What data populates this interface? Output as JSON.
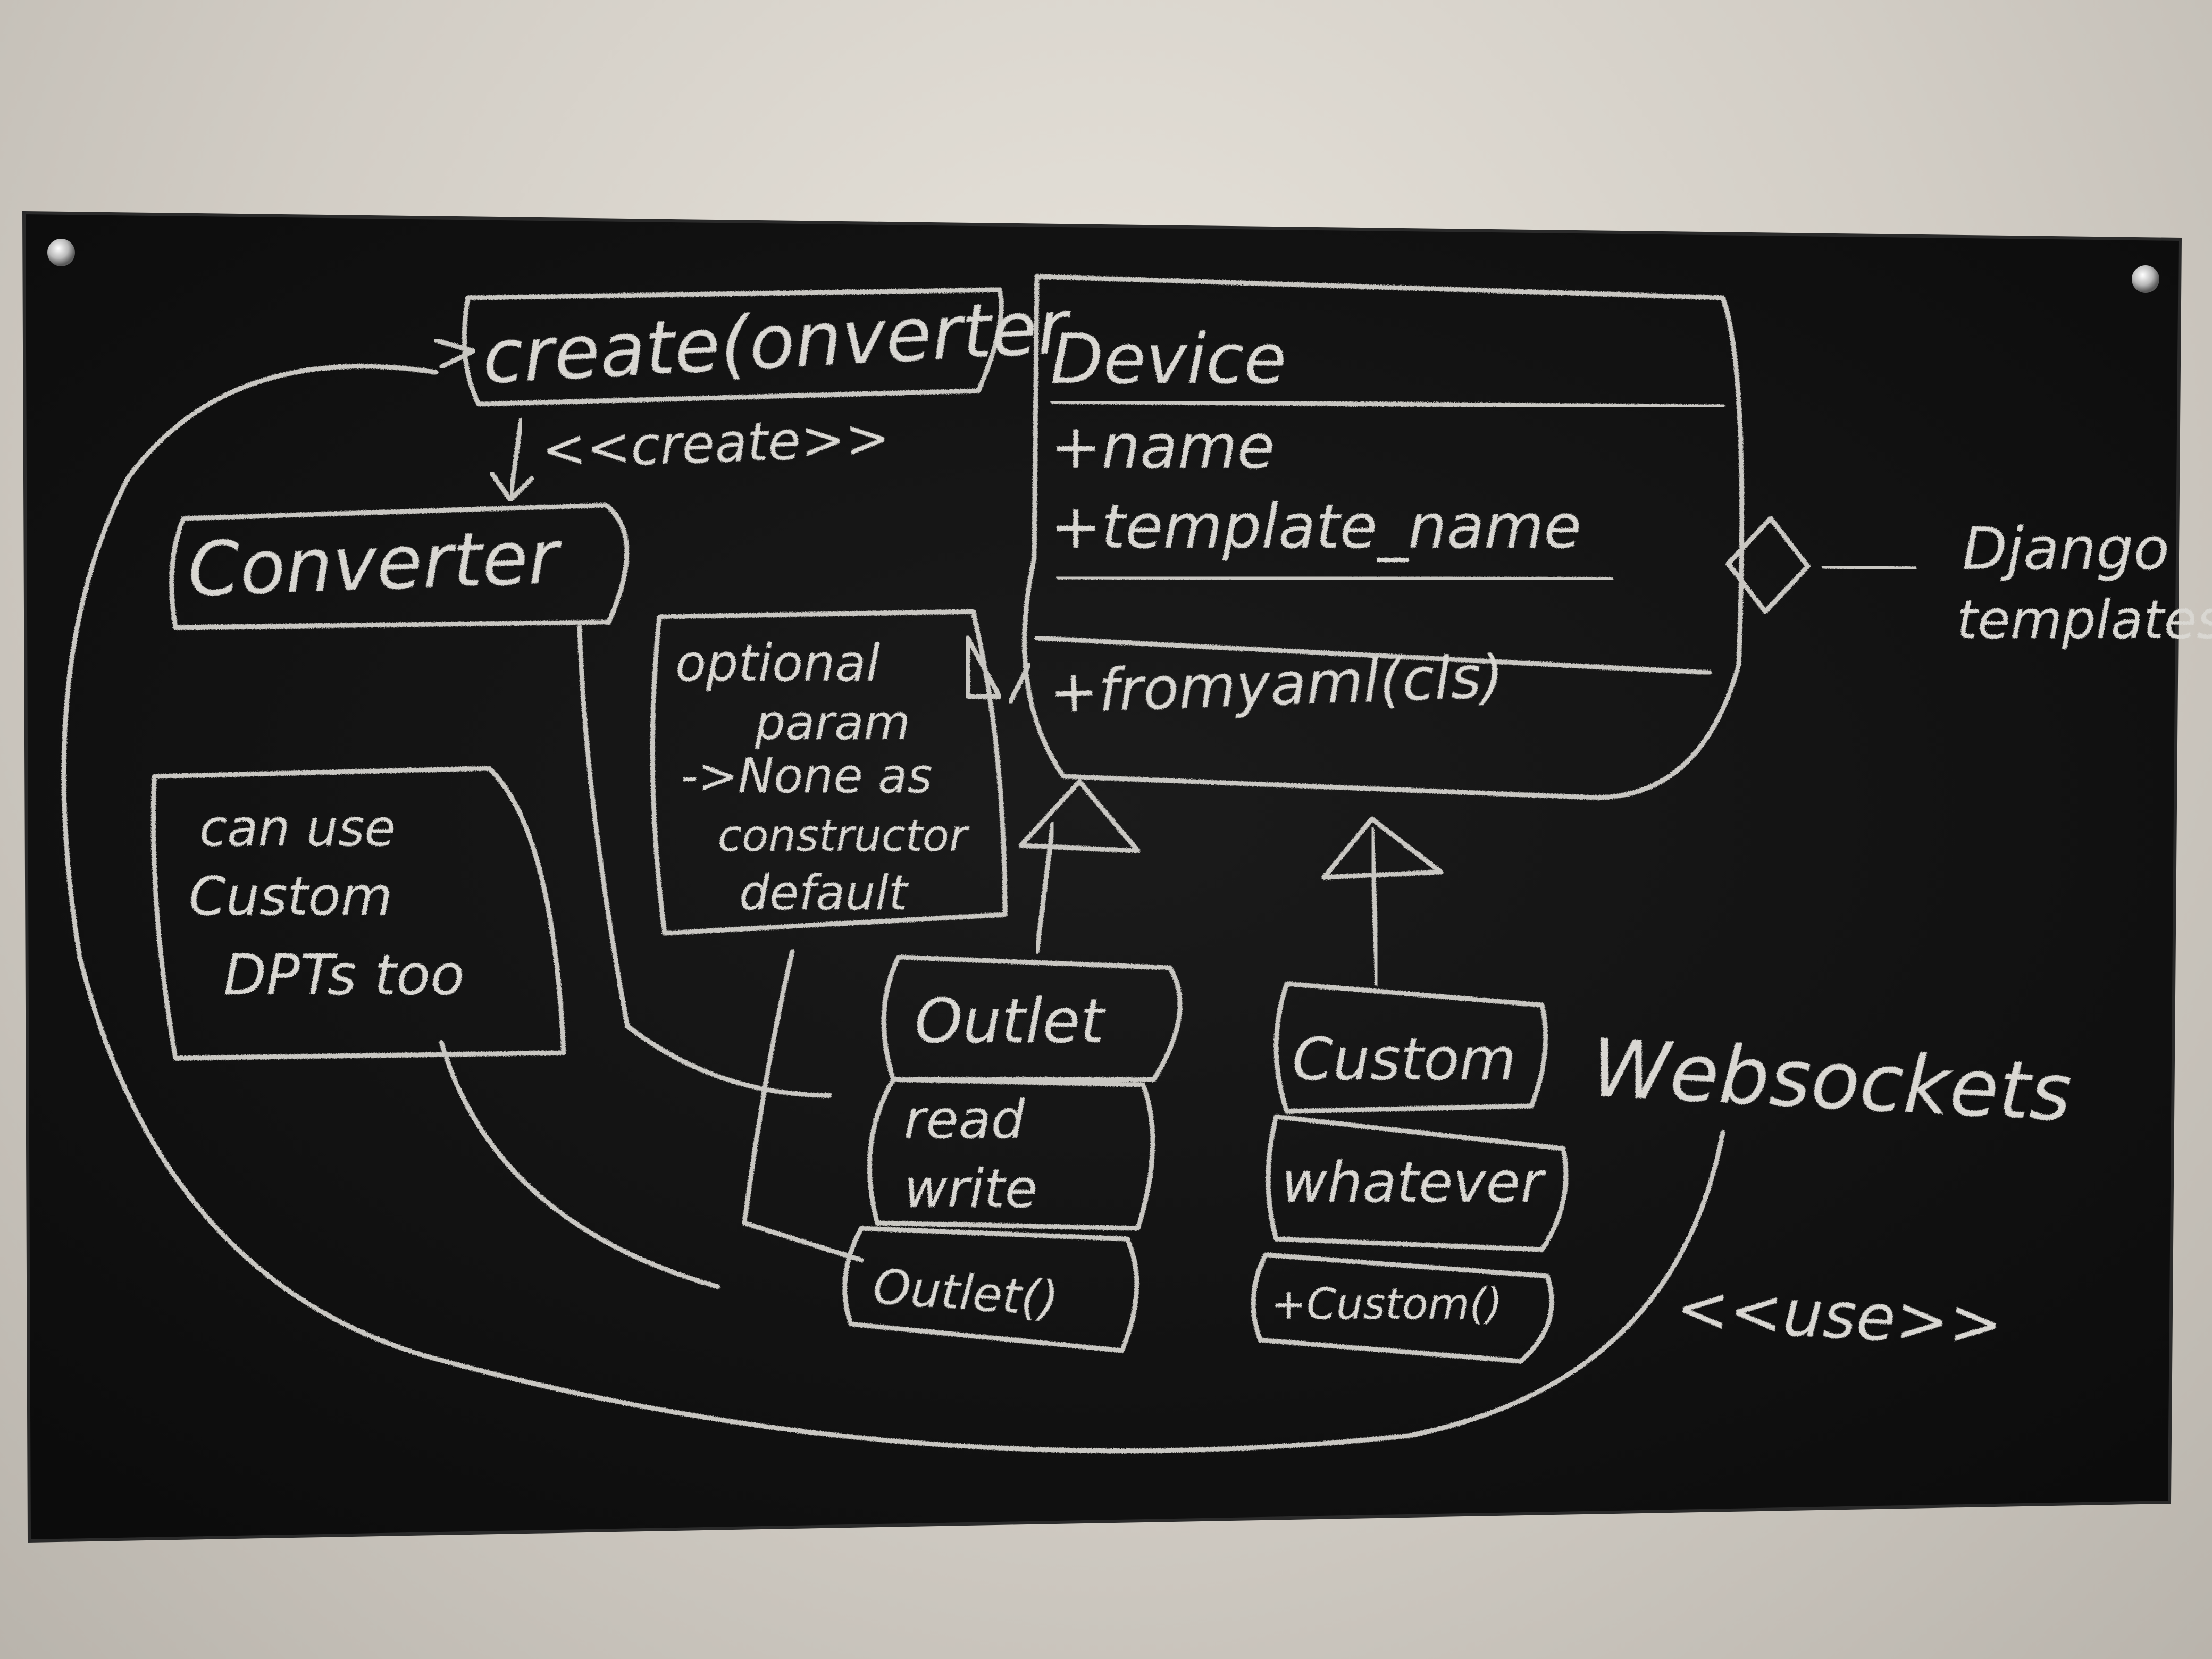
{
  "colors": {
    "wall": "#d7d2ca",
    "board": "#141414",
    "chalk": "#d9d7d2"
  },
  "diagram": {
    "create_converter": "create(onverter",
    "create_stereotype": "<<create>>",
    "converter": "Converter",
    "device_title": "Device",
    "device_attr_name": "+name",
    "device_attr_template": "+template_name",
    "device_method": "+fromyaml(cls)",
    "django_templates_line1": "Django",
    "django_templates_line2": "templates",
    "optional_note": [
      "optional",
      "param",
      "->None as",
      "constructor",
      "default"
    ],
    "dpts_note": [
      "can use",
      "Custom",
      "DPTs too"
    ],
    "outlet_title": "Outlet",
    "outlet_attrs": [
      "read",
      "write"
    ],
    "outlet_method": "Outlet()",
    "custom_title": "Custom",
    "custom_attr": "whatever",
    "custom_method": "+Custom()",
    "websockets": "Websockets",
    "use_stereotype": "<<use>>"
  }
}
